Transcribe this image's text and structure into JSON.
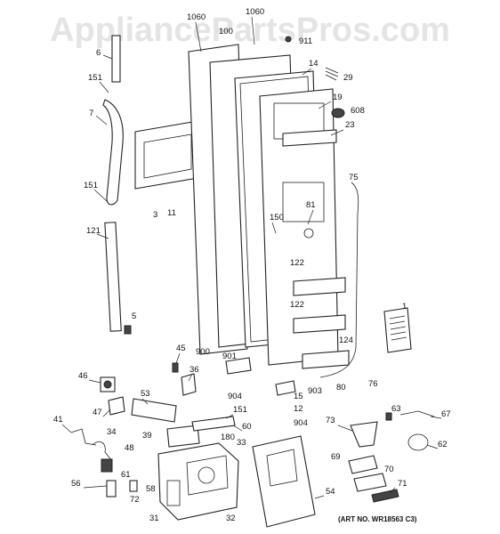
{
  "watermark": "AppliancePartsPros.com",
  "art_number": "(ART NO. WR18563 C3)",
  "labels": {
    "l1060a": "1060",
    "l1060b": "1060",
    "l100": "100",
    "l911": "911",
    "l6": "6",
    "l14": "14",
    "l29": "29",
    "l151a": "151",
    "l19": "19",
    "l608": "608",
    "l7": "7",
    "l23": "23",
    "l75": "75",
    "l151b": "151",
    "l3": "3",
    "l11": "11",
    "l150": "150",
    "l81": "81",
    "l121": "121",
    "l122a": "122",
    "l122b": "122",
    "l1": "1",
    "l5": "5",
    "l124": "124",
    "l45": "45",
    "l900": "900",
    "l901": "901",
    "l36": "36",
    "l46": "46",
    "l76": "76",
    "l80": "80",
    "l903": "903",
    "l904a": "904",
    "l15": "15",
    "l53": "53",
    "l151c": "151",
    "l12": "12",
    "l47": "47",
    "l904b": "904",
    "l60": "60",
    "l41": "41",
    "l73": "73",
    "l63": "63",
    "l67": "67",
    "l34": "34",
    "l39": "39",
    "l180": "180",
    "l48": "48",
    "l33": "33",
    "l62": "62",
    "l69": "69",
    "l61": "61",
    "l70": "70",
    "l56": "56",
    "l72": "72",
    "l58": "58",
    "l54": "54",
    "l71": "71",
    "l31": "31",
    "l32": "32"
  }
}
